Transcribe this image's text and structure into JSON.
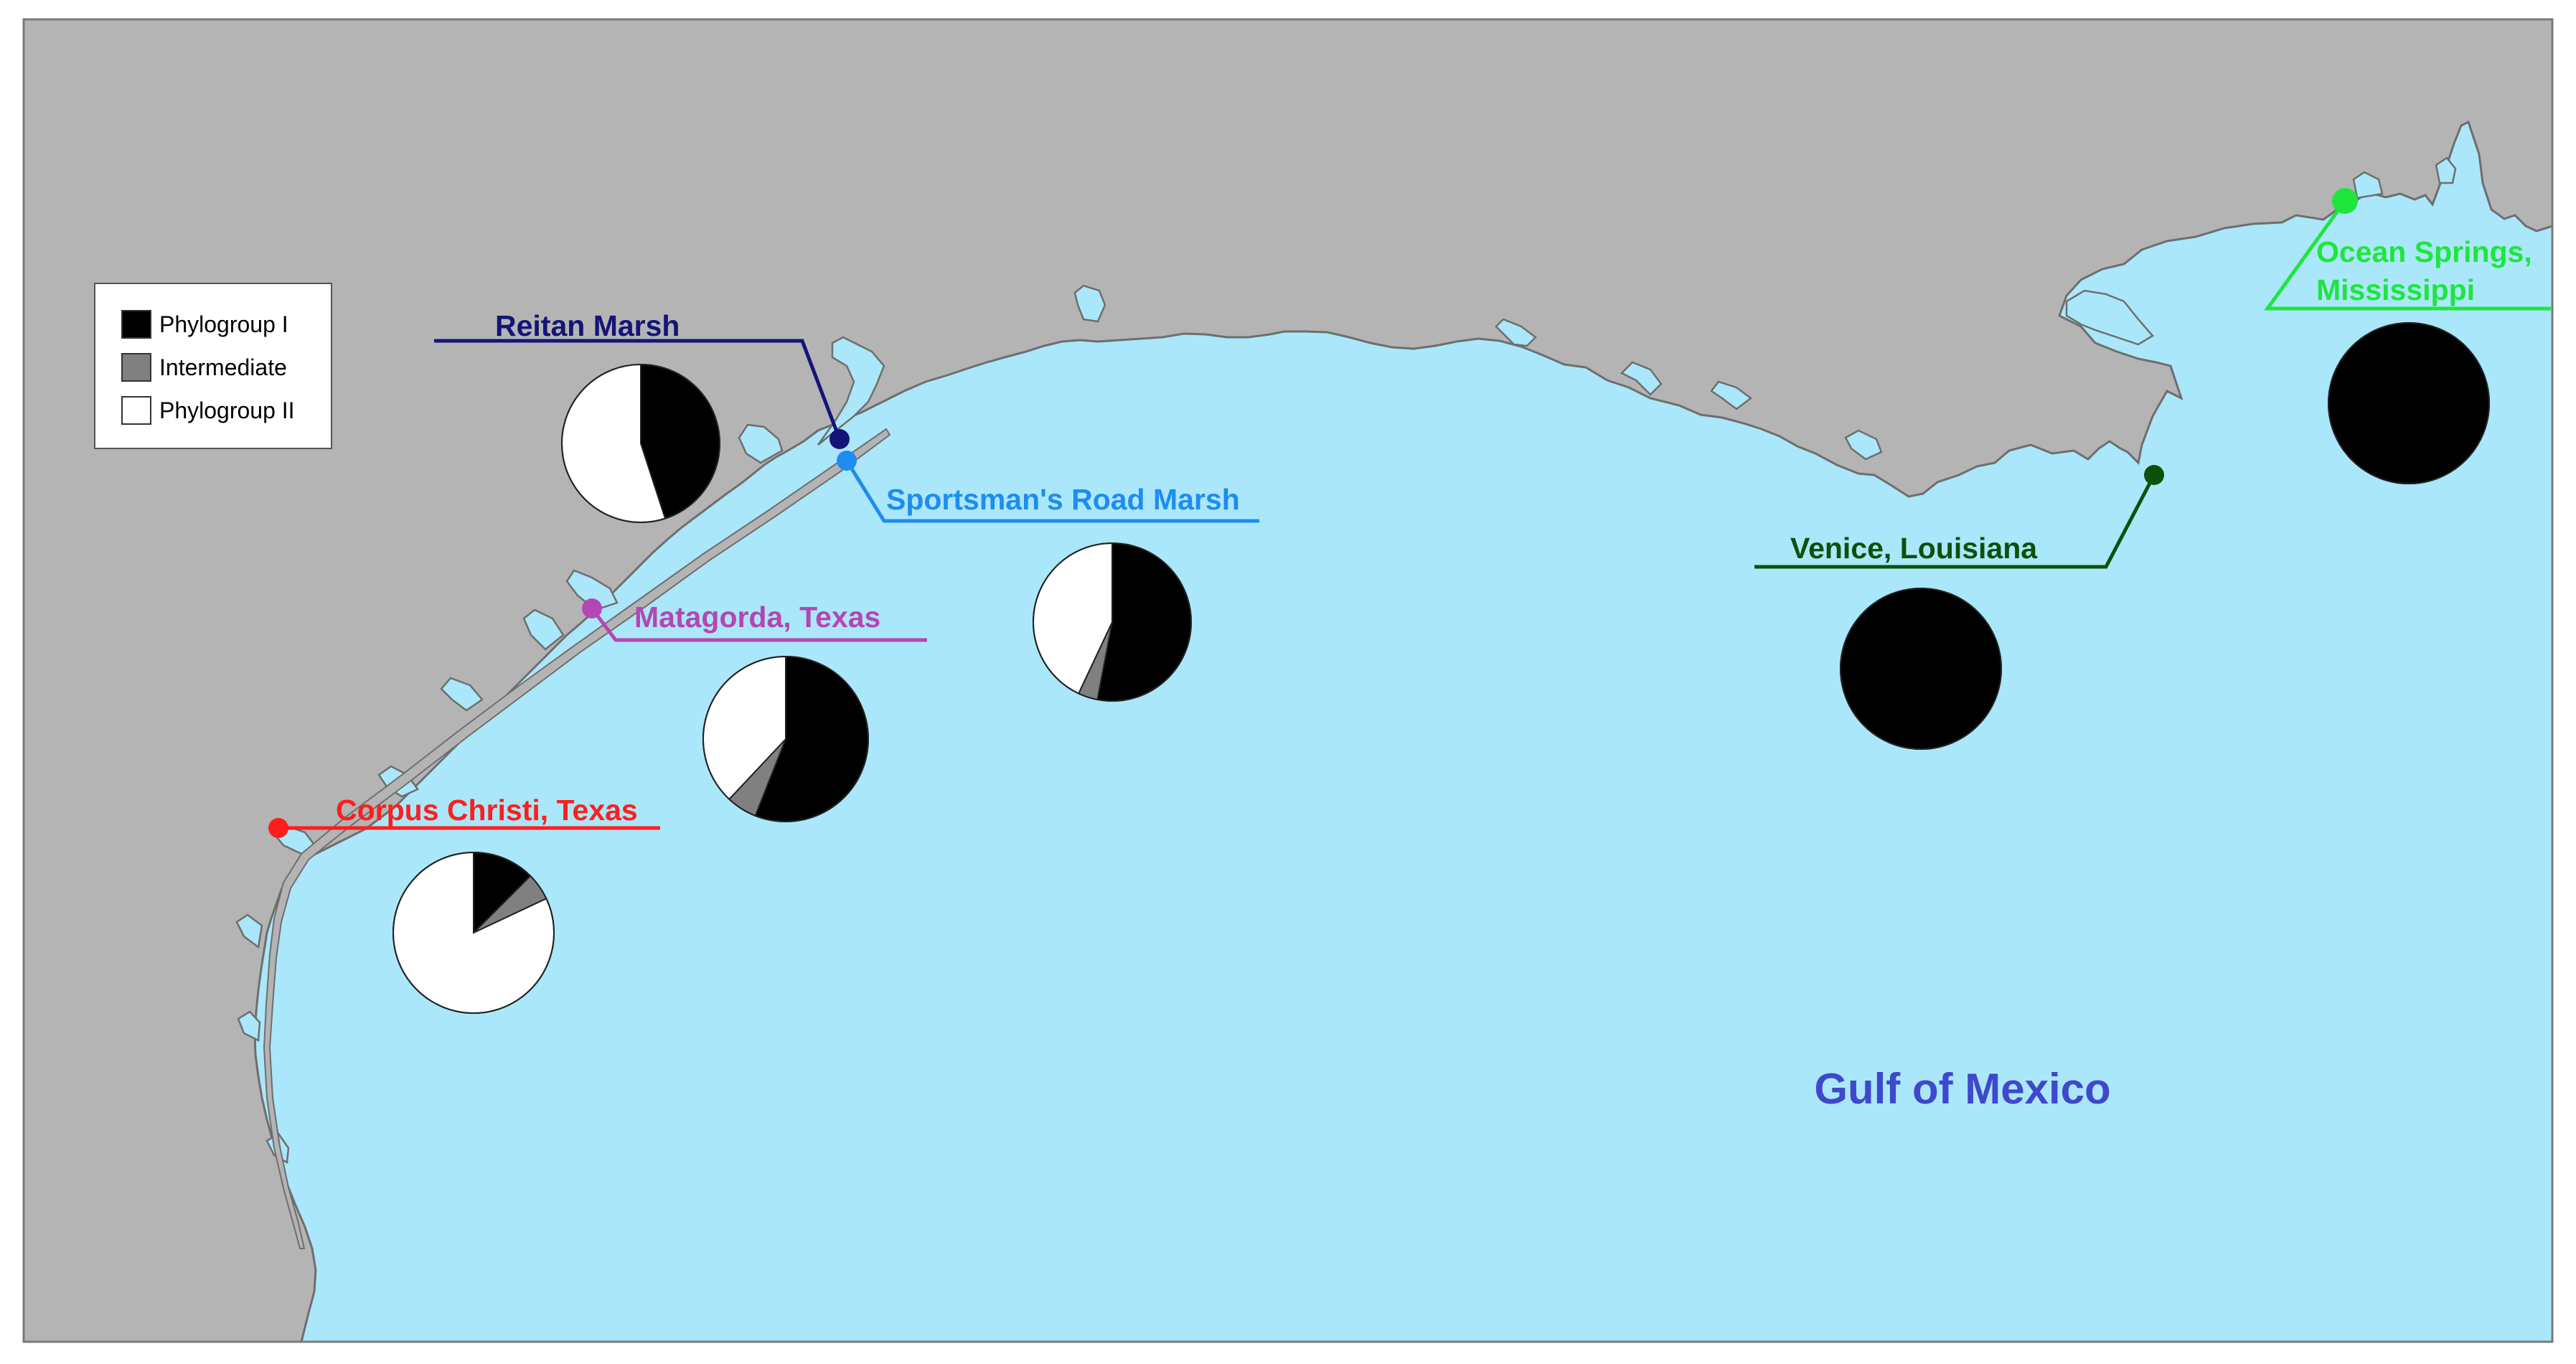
{
  "map": {
    "water_label": "Gulf of Mexico",
    "colors": {
      "land": "#b4b4b4",
      "water": "#abe7fa",
      "coast": "#6e6e6e",
      "frame": "#7a7a7a",
      "water_label": "#3f48cc"
    }
  },
  "legend": {
    "items": [
      {
        "label": "Phylogroup I",
        "color": "#000000"
      },
      {
        "label": "Intermediate",
        "color": "#808080"
      },
      {
        "label": "Phylogroup II",
        "color": "#ffffff"
      }
    ]
  },
  "sites": [
    {
      "id": "reitan-marsh",
      "label_lines": [
        "Reitan Marsh"
      ],
      "color": "#141478",
      "composition": {
        "phylogroup_1": 0.45,
        "intermediate": 0.0,
        "phylogroup_2": 0.55
      }
    },
    {
      "id": "sportsmans-road-marsh",
      "label_lines": [
        "Sportsman's Road Marsh"
      ],
      "color": "#1e8cf0",
      "composition": {
        "phylogroup_1": 0.53,
        "intermediate": 0.04,
        "phylogroup_2": 0.43
      }
    },
    {
      "id": "matagorda-texas",
      "label_lines": [
        "Matagorda, Texas"
      ],
      "color": "#b446b4",
      "composition": {
        "phylogroup_1": 0.56,
        "intermediate": 0.06,
        "phylogroup_2": 0.38
      }
    },
    {
      "id": "corpus-christi-texas",
      "label_lines": [
        "Corpus Christi, Texas"
      ],
      "color": "#ff1e1e",
      "composition": {
        "phylogroup_1": 0.125,
        "intermediate": 0.055,
        "phylogroup_2": 0.82
      }
    },
    {
      "id": "venice-louisiana",
      "label_lines": [
        "Venice, Louisiana"
      ],
      "color": "#0c500c",
      "composition": {
        "phylogroup_1": 1.0,
        "intermediate": 0.0,
        "phylogroup_2": 0.0
      }
    },
    {
      "id": "ocean-springs-mississippi",
      "label_lines": [
        "Ocean Springs,",
        "Mississippi"
      ],
      "color": "#1ee63c",
      "composition": {
        "phylogroup_1": 1.0,
        "intermediate": 0.0,
        "phylogroup_2": 0.0
      }
    }
  ]
}
